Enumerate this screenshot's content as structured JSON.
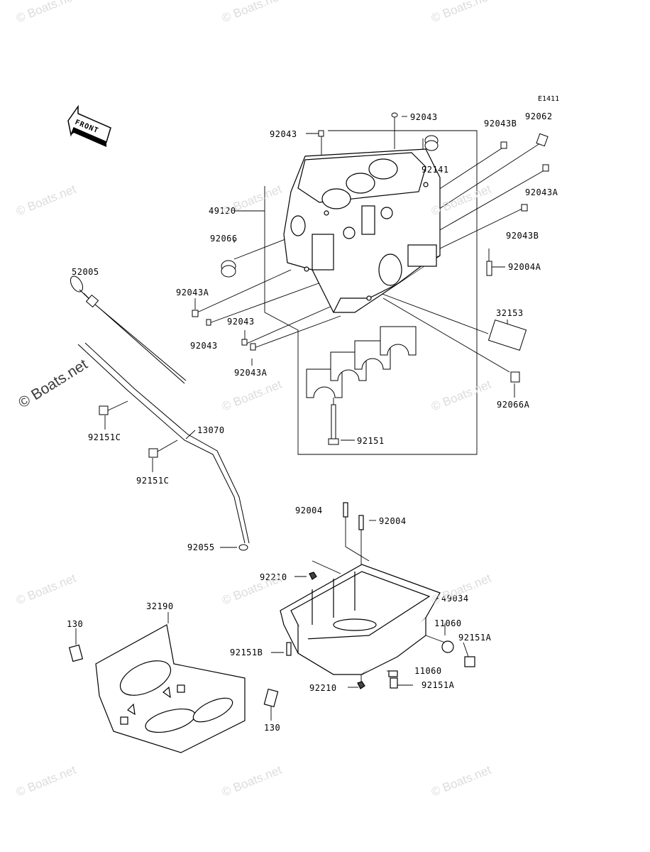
{
  "diagram_code": "E1411",
  "front_label": "FRONT",
  "watermark": "© Boats.net",
  "parts": {
    "p92043_top": "92043",
    "p92043_left": "92043",
    "p92043B_top": "92043B",
    "p92062": "92062",
    "p92141": "92141",
    "p92043A_right": "92043A",
    "p49120": "49120",
    "p92043B_right": "92043B",
    "p92066": "92066",
    "p92004A": "92004A",
    "p52005": "52005",
    "p92043A_left": "92043A",
    "p92043_mid": "92043",
    "p32153": "32153",
    "p92043_low": "92043",
    "p92043A_low": "92043A",
    "p92066A": "92066A",
    "p92151C_a": "92151C",
    "p13070": "13070",
    "p92151": "92151",
    "p92151C_b": "92151C",
    "p92004_l": "92004",
    "p92004_r": "92004",
    "p92055": "92055",
    "p92210_a": "92210",
    "p49034": "49034",
    "p32190": "32190",
    "p11060_a": "11060",
    "p130_a": "130",
    "p92151A_a": "92151A",
    "p92151B": "92151B",
    "p11060_b": "11060",
    "p92210_b": "92210",
    "p92151A_b": "92151A",
    "p130_b": "130"
  }
}
